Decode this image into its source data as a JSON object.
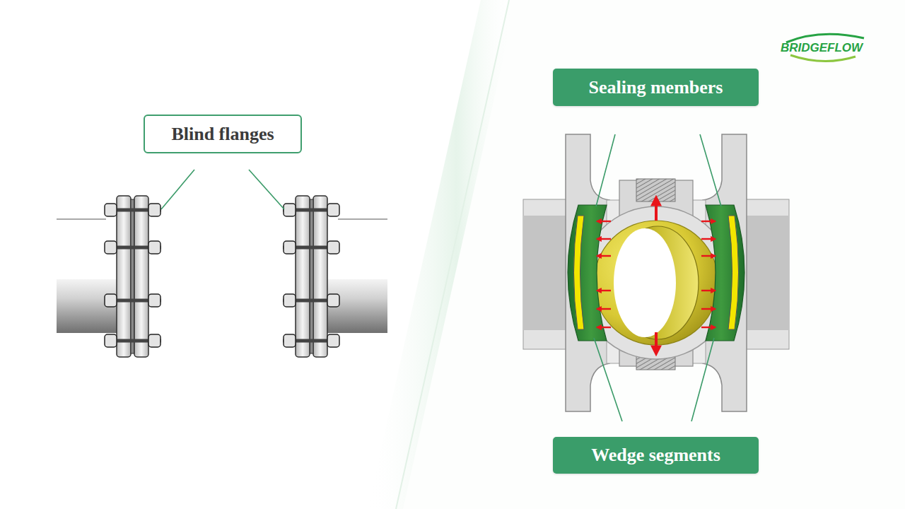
{
  "diagram": {
    "nodes": [
      {
        "text": [
          "Blind flanges"
        ]
      },
      {
        "text": [
          "Sealing members"
        ]
      },
      {
        "text": [
          "Wedge segments"
        ]
      }
    ],
    "labels": [
      "BRIDGEFLOW"
    ]
  }
}
